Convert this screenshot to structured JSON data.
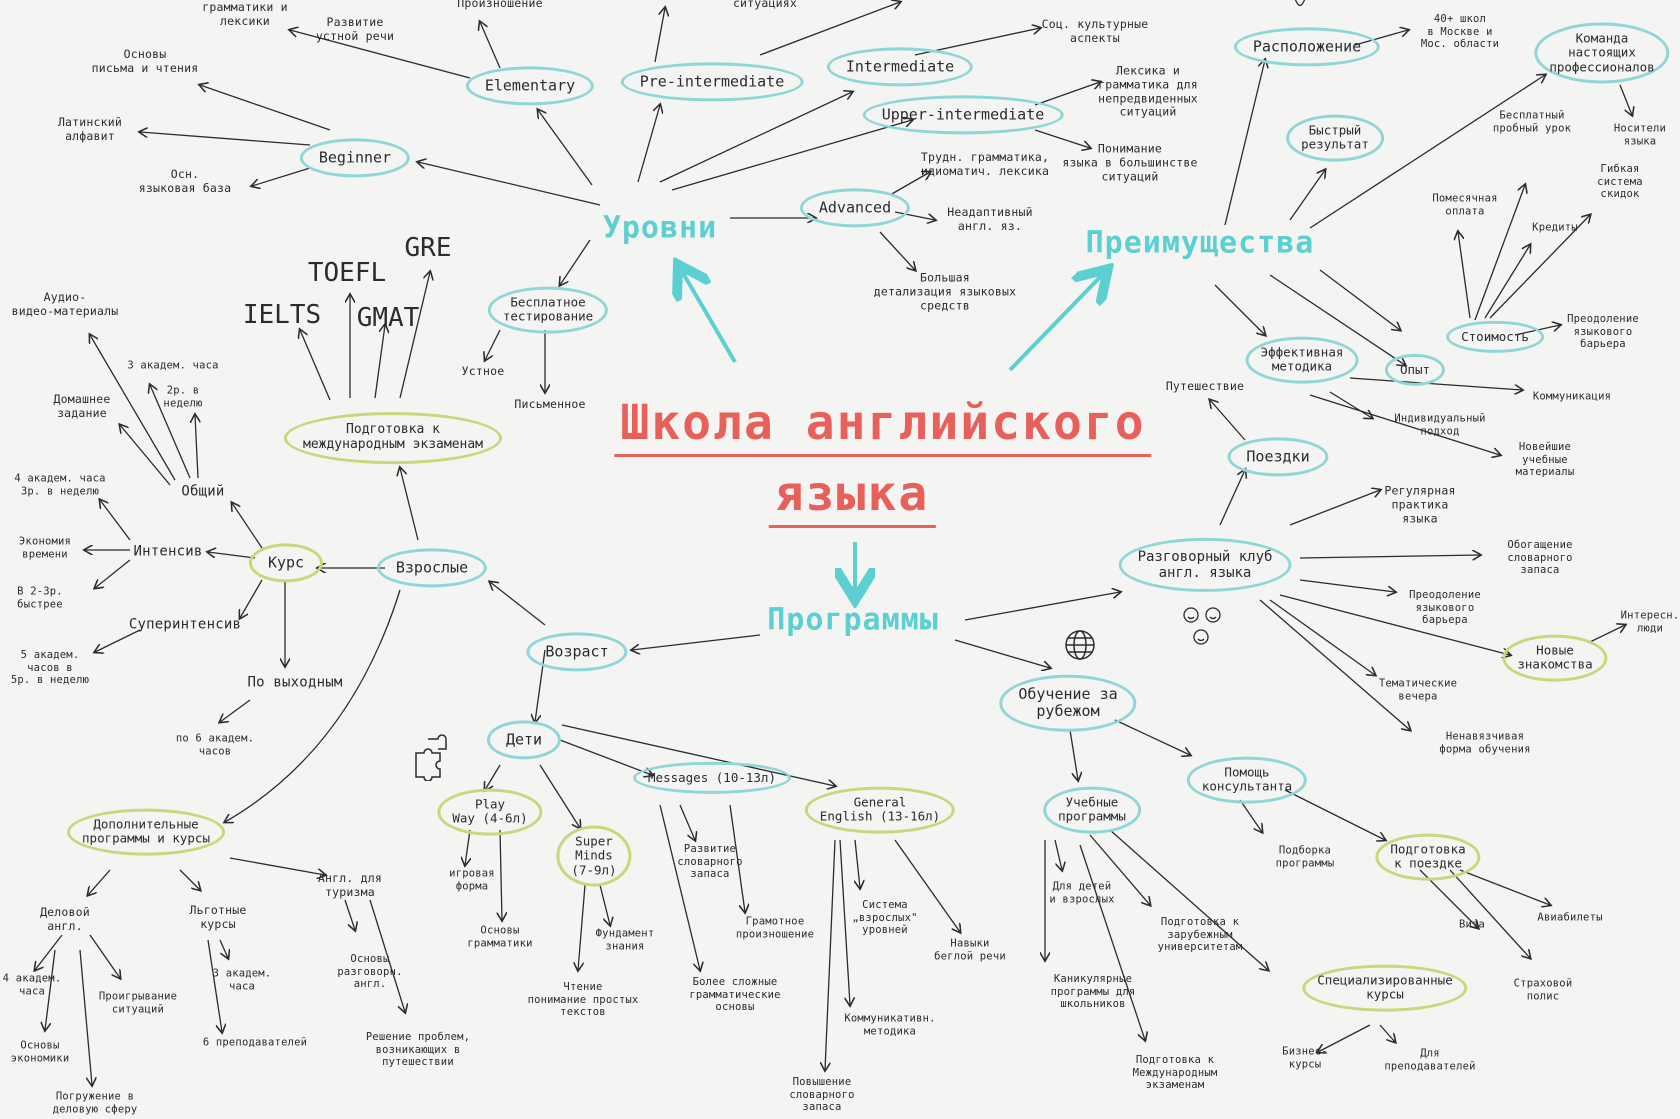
{
  "title": {
    "line1": "Школа английского",
    "line2": "языка"
  },
  "hubs": {
    "levels": "Уровни",
    "programs": "Программы",
    "advantages": "Преимущества"
  },
  "levels": {
    "beginner": "Beginner",
    "elementary": "Elementary",
    "pre_intermediate": "Pre-intermediate",
    "intermediate": "Intermediate",
    "upper_intermediate": "Upper-intermediate",
    "advanced": "Advanced",
    "free_test": "Бесплатное\nтестирование",
    "latin": "Латинский\nалфавит",
    "basics_rw": "Основы\nписьма и чтения",
    "base": "Осн.\nязыковая база",
    "grammar_vocab": "грамматики и\nлексики",
    "speech": "Развитие\nустной речи",
    "pronunciation": "Произношение",
    "situations": "ситуациях",
    "sociocultural": "Соц. культурные\nаспекты",
    "vocab_grammar_unadapted": "Лексика и\nграмматика для\nнепредвиденных\nситуаций",
    "understanding": "Понимание\nязыка в большинстве\nситуаций",
    "hard_grammar": "Трудн. грамматика,\nидиоматич. лексика",
    "unadapted": "Неадаптивный\nангл. яз.",
    "detail": "Большая\nдетализация языковых\nсредств",
    "oral": "Устное",
    "written": "Письменное"
  },
  "adults": {
    "adults": "Взрослые",
    "exam_prep": "Подготовка к\nмеждународным экзаменам",
    "exams": [
      "IELTS",
      "TOEFL",
      "GMAT",
      "GRE"
    ],
    "course": "Курс",
    "general": "Общий",
    "intensive": "Интенсив",
    "super_intensive": "Суперинтенсив",
    "weekends": "По выходным",
    "av_materials": "Аудио-\nвидео-материалы",
    "homework": "Домашнее\nзадание",
    "three_hours": "3 академ. часа",
    "twice_week": "2р. в\nнеделю",
    "four_hours": "4 академ. часа\n3р. в неделю",
    "time_saving": "Экономия\nвремени",
    "faster": "В 2-3р.\nбыстрее",
    "five_hours": "5 академ.\nчасов в\n5р. в неделю",
    "six_hours": "по 6 академ.\nчасов"
  },
  "extra": {
    "extra_programs": "Дополнительные\nпрограммы и курсы",
    "business": "Деловой\nангл.",
    "discount": "Льготные\nкурсы",
    "tourism": "Англ. для\nтуризма",
    "four_hours_short": "4 академ.\nчаса",
    "playing": "Проигрывание\nситуаций",
    "econ": "Основы\nэкономики",
    "immersion": "Погружение в\nделовую сферу",
    "three_h": "3 академ.\nчаса",
    "six_teachers": "6 преподавателей",
    "conversational": "Основы\nразговорн.\nангл.",
    "problems": "Решение проблем,\nвозникающих в\nпутешествии"
  },
  "kids": {
    "age": "Возраст",
    "kids": "Дети",
    "play_way": "Play\nWay (4-6л)",
    "super_minds": "Super\nMinds\n(7-9л)",
    "messages": "Messages (10-13л)",
    "general_english": "General\nEnglish (13-16л)",
    "game_form": "игровая\nформа",
    "grammar_basics": "Основы\nграмматики",
    "foundation": "Фундамент\nзнания",
    "reading": "Чтение\nпонимание простых\nтекстов",
    "vocab_dev": "Развитие\nсловарного\nзапаса",
    "pronounce": "Грамотное\nпроизношение",
    "complex_grammar": "Более сложные\nграмматические\nосновы",
    "system": "Система\n„взрослых\"\nуровней",
    "fluent": "Навыки\nбеглой речи",
    "communicative": "Коммуникативн.\nметодика",
    "vocab_up": "Повышение\nсловарного\nзапаса"
  },
  "abroad": {
    "study_abroad": "Обучение за\nрубежом",
    "study_programs": "Учебные\nпрограммы",
    "consultant": "Помощь\nконсультанта",
    "kids_adults": "Для детей\nи взрослых",
    "vacation": "Каникулярные\nпрограммы для\nшкольников",
    "university": "Подготовка к\nзарубежным\nуниверситетам",
    "intl_exams": "Подготовка к\nМеждународным\nэкзаменам",
    "specialized": "Специализированные\nкурсы",
    "biz_courses": "Бизнес-\nкурсы",
    "for_teachers": "Для\nпреподавателей",
    "program_select": "Подборка\nпрограммы",
    "trip_prep": "Подготовка\nк поездке",
    "visa": "Виза",
    "tickets": "Авиабилеты",
    "insurance": "Страховой\nполис"
  },
  "club": {
    "club": "Разговорный клуб\nангл. языка",
    "trips": "Поездки",
    "travel": "Путешествие",
    "regular": "Регулярная\nпрактика\nязыка",
    "enrich": "Обогащение\nсловарного\nзапаса",
    "barrier": "Преодоление\nязыкового\nбарьера",
    "themed": "Тематические\nвечера",
    "new_friends": "Новые\nзнакомства",
    "interesting": "Интересн.\nлюди",
    "relaxed": "Ненавязчивая\nформа обучения"
  },
  "advantages": {
    "location": "Расположение",
    "schools": "40+ школ\nв Москве и\nМос. области",
    "team": "Команда\nнастоящих\nпрофессионалов",
    "natives": "Носители\nязыка",
    "fast": "Быстрый\nрезультат",
    "free_lesson": "Бесплатный\nпробный урок",
    "flexible": "Гибкая\nсистема скидок",
    "monthly": "Помесячная\nоплата",
    "credits": "Кредиты",
    "cost": "Стоимость",
    "barrier2": "Преодоление\nязыкового\nбарьера",
    "method": "Эффективная\nметодика",
    "experience": "Опыт",
    "communication": "Коммуникация",
    "individual": "Индивидуальный\nподход",
    "newest": "Новейшие\nучебные\nматериалы"
  },
  "icons": [
    "globe-icon",
    "puzzle-icon",
    "smiley-icon",
    "location-pin-icon"
  ],
  "colors": {
    "title": "#e8605a",
    "hub": "#5ccfd2",
    "bubble_cyan": "#8fd6d6",
    "bubble_green": "#c7d77a",
    "ink": "#2b2b30"
  }
}
